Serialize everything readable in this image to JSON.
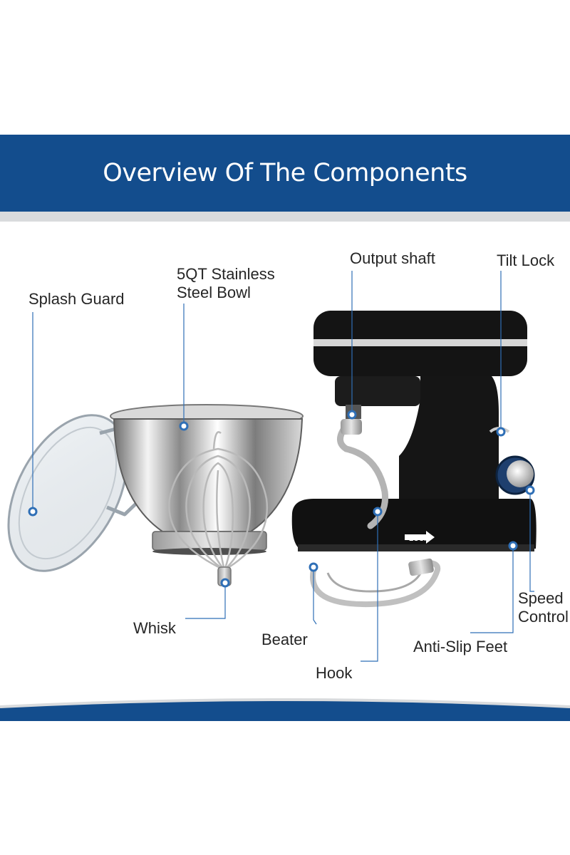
{
  "header": {
    "title": "Overview Of The Components"
  },
  "callouts": {
    "splash_guard": "Splash Guard",
    "bowl_line1": "5QT Stainless",
    "bowl_line2": "Steel Bowl",
    "output_shaft": "Output shaft",
    "tilt_lock": "Tilt Lock",
    "speed_line1": "Speed",
    "speed_line2": "Control",
    "anti_slip_feet": "Anti-Slip Feet",
    "hook": "Hook",
    "beater": "Beater",
    "whisk": "Whisk"
  },
  "mixer": {
    "base_marking": "LOCK"
  },
  "colors": {
    "brand_blue": "#134d8d",
    "callout_line": "#2f6fb6",
    "mixer_body": "#111111"
  }
}
